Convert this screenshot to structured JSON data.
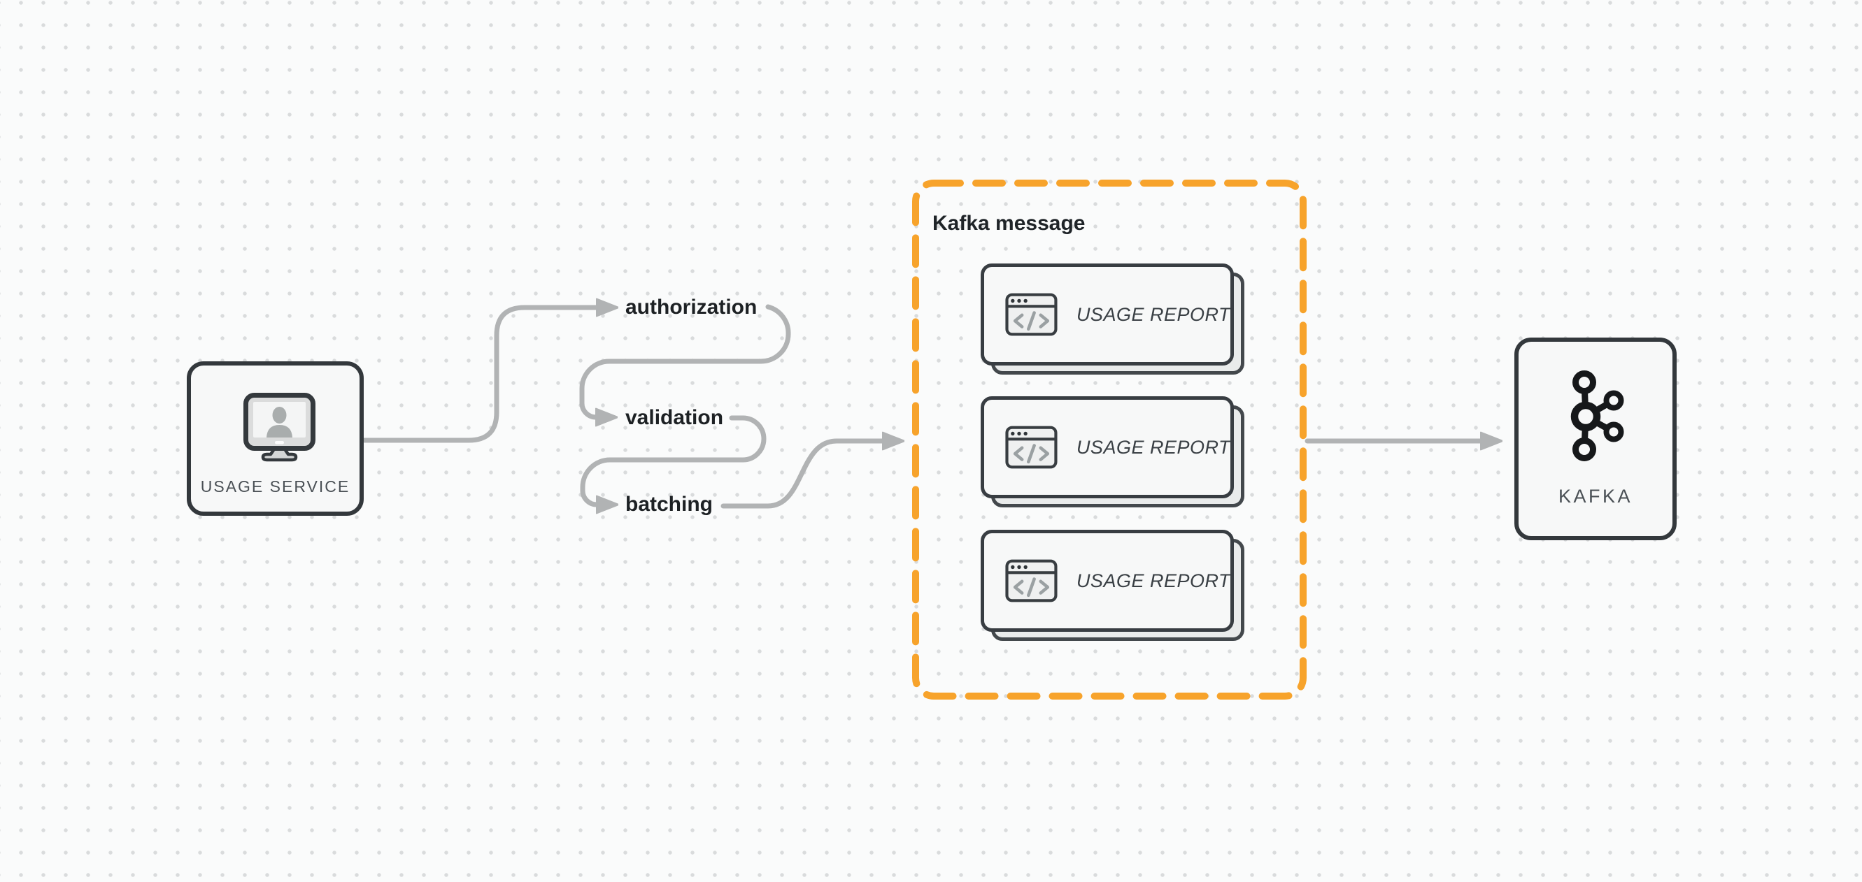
{
  "diagram": {
    "source_node": {
      "label": "USAGE SERVICE"
    },
    "steps": [
      {
        "label": "authorization"
      },
      {
        "label": "validation"
      },
      {
        "label": "batching"
      }
    ],
    "kafka_message_group": {
      "title": "Kafka message",
      "reports": [
        {
          "label": "USAGE REPORT"
        },
        {
          "label": "USAGE REPORT"
        },
        {
          "label": "USAGE REPORT"
        }
      ]
    },
    "kafka_node": {
      "label": "KAFKA"
    },
    "colors": {
      "accent_orange": "#F7A32B",
      "arrow_gray": "#B1B3B4",
      "node_border": "#33383C",
      "node_fill": "#F7F8F8",
      "step_text": "#1D2124",
      "caps_text": "#4A5055",
      "card_text": "#3A4045",
      "background": "#FAFBFB",
      "grid_dot": "#D9DBDC"
    }
  }
}
